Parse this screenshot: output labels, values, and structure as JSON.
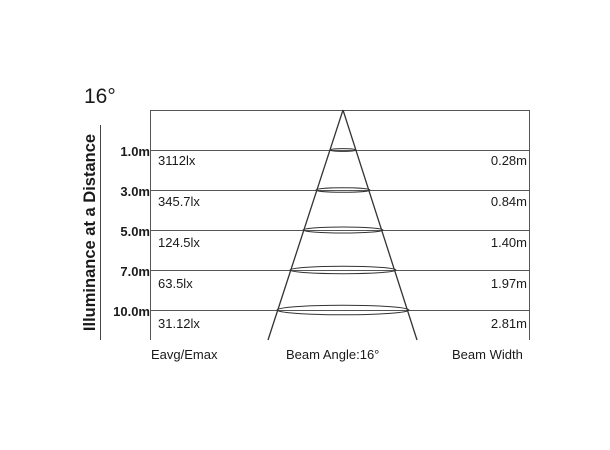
{
  "beam_angle_label": "16°",
  "vertical_title": "Illuminance at a Distance",
  "rows": [
    {
      "distance": "1.0m",
      "illuminance": "3112lx",
      "beam_width": "0.28m"
    },
    {
      "distance": "3.0m",
      "illuminance": "345.7lx",
      "beam_width": "0.84m"
    },
    {
      "distance": "5.0m",
      "illuminance": "124.5lx",
      "beam_width": "1.40m"
    },
    {
      "distance": "7.0m",
      "illuminance": "63.5lx",
      "beam_width": "1.97m"
    },
    {
      "distance": "10.0m",
      "illuminance": "31.12lx",
      "beam_width": "2.81m"
    }
  ],
  "footer": {
    "left": "Eavg/Emax",
    "center": "Beam Angle:16°",
    "right": "Beam Width"
  }
}
